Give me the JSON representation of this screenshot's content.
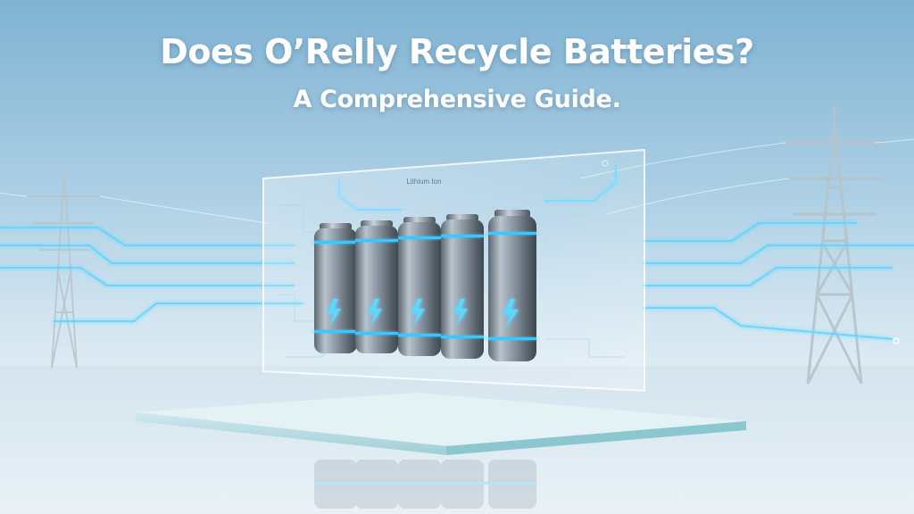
{
  "headline": {
    "title": "Does O’Relly Recycle Batteries?",
    "subtitle": "A Comprehensive Guide."
  },
  "panel": {
    "label": "Lithium Ion"
  },
  "battery_count": 5,
  "colors": {
    "sky_top": "#7fb3d3",
    "floor": "#dfe9f0",
    "glow": "#39c8ff",
    "circuit": "#5fd6ff",
    "battery_body": "#8e9aa6",
    "pylon": "#b7c3cc"
  },
  "icons": [
    "lightning-bolt-icon",
    "transmission-tower-icon"
  ]
}
